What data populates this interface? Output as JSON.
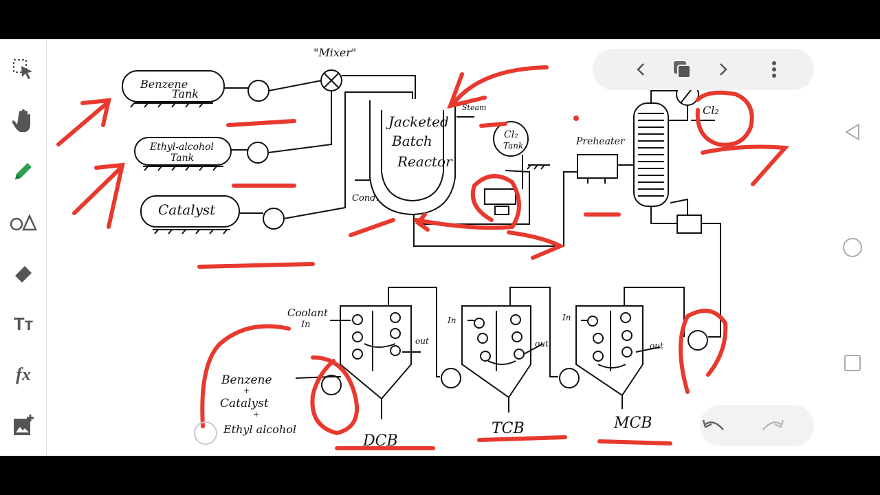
{
  "toolbar": {
    "tools": [
      {
        "name": "select",
        "icon": "selection-cursor-icon"
      },
      {
        "name": "hand",
        "icon": "hand-icon"
      },
      {
        "name": "pen",
        "icon": "pencil-icon",
        "active_color": "#2e9e4f"
      },
      {
        "name": "shapes",
        "icon": "shapes-icon"
      },
      {
        "name": "eraser",
        "icon": "eraser-icon"
      },
      {
        "name": "text",
        "icon": "text-size-icon",
        "label": "Tт"
      },
      {
        "name": "formula",
        "icon": "function-icon",
        "label": "fx"
      },
      {
        "name": "insert-image",
        "icon": "add-image-icon"
      }
    ]
  },
  "page_nav": {
    "prev_icon": "chevron-left-icon",
    "pages_icon": "pages-icon",
    "next_icon": "chevron-right-icon",
    "more_icon": "more-vertical-icon"
  },
  "history": {
    "undo_icon": "undo-icon",
    "redo_icon": "redo-icon"
  },
  "system_nav": {
    "back_icon": "triangle-back-icon",
    "home_icon": "circle-home-icon",
    "recents_icon": "square-recents-icon"
  },
  "diagram": {
    "mixer_label": "\"Mixer\"",
    "benzene_tank": [
      "Benzene",
      "Tank"
    ],
    "ethyl_tank": [
      "Ethyl-alcohol",
      "Tank"
    ],
    "catalyst_tank": "Catalyst",
    "reactor": [
      "Jacketed",
      "Batch",
      "Reactor"
    ],
    "steam": "Steam",
    "cond": "Cond.",
    "cl2_tank": [
      "Cl₂",
      "Tank"
    ],
    "preheater": "Preheater",
    "cl2_out": "Cl₂",
    "coolant_in": [
      "Coolant",
      "In"
    ],
    "in_label": "In",
    "out_label": "out",
    "recycle": [
      "Benzene",
      "+",
      "Catalyst",
      "+",
      "Ethyl alcohol"
    ],
    "products": [
      "DCB",
      "TCB",
      "MCB"
    ]
  },
  "colors": {
    "annotation": "#e8392e",
    "ink": "#111111"
  }
}
